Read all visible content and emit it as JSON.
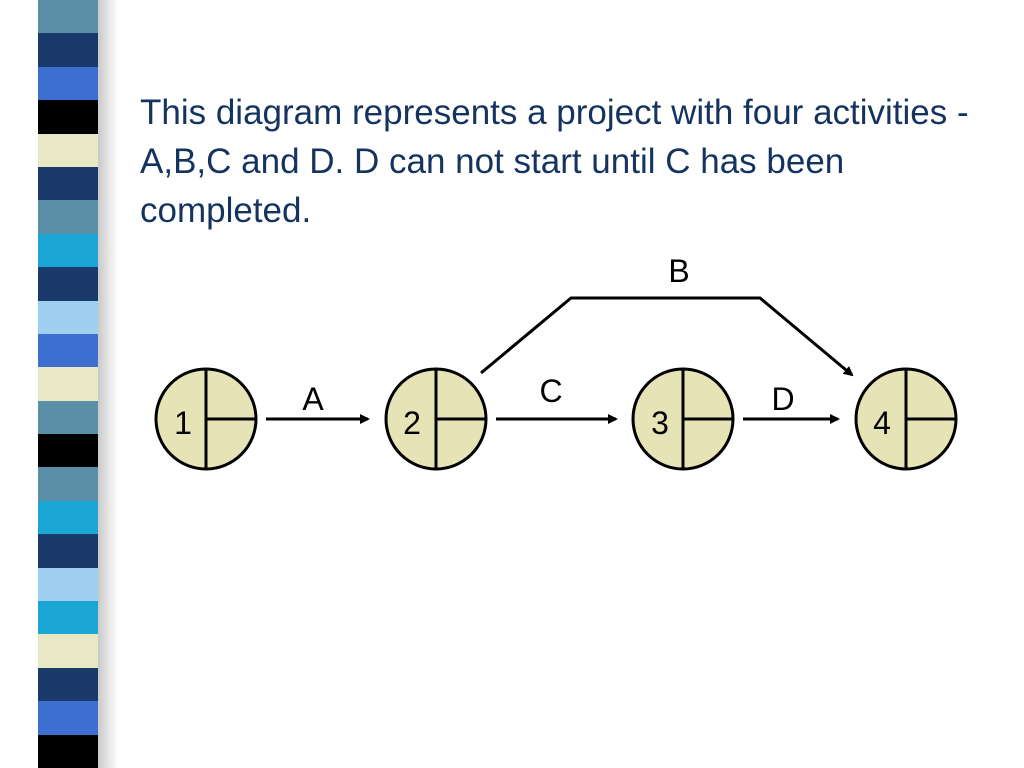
{
  "slide": {
    "body_text": "This diagram represents a project with four activities - A,B,C and D. D can not start until C has been completed."
  },
  "stripe_colors": [
    "#5b8fa8",
    "#1a3a6b",
    "#3d6fd1",
    "#000000",
    "#e8e8c4",
    "#1a3a6b",
    "#5b8fa8",
    "#1aa7d6",
    "#1a3a6b",
    "#9fd0f0",
    "#3d6fd1",
    "#e8e8c4",
    "#5b8fa8",
    "#000000",
    "#5b8fa8",
    "#1aa7d6",
    "#1a3a6b",
    "#9fd0f0",
    "#1aa7d6",
    "#e8e8c4",
    "#1a3a6b",
    "#3d6fd1",
    "#000000"
  ],
  "diagram": {
    "nodes": [
      {
        "id": "node-1",
        "label": "1"
      },
      {
        "id": "node-2",
        "label": "2"
      },
      {
        "id": "node-3",
        "label": "3"
      },
      {
        "id": "node-4",
        "label": "4"
      }
    ],
    "activities": [
      {
        "id": "activity-a",
        "label": "A",
        "from": "1",
        "to": "2"
      },
      {
        "id": "activity-b",
        "label": "B",
        "from": "2",
        "to": "4"
      },
      {
        "id": "activity-c",
        "label": "C",
        "from": "2",
        "to": "3"
      },
      {
        "id": "activity-d",
        "label": "D",
        "from": "3",
        "to": "4"
      }
    ],
    "colors": {
      "node_fill": "#e6e3b7",
      "line": "#000000",
      "text": "#14345f"
    }
  }
}
